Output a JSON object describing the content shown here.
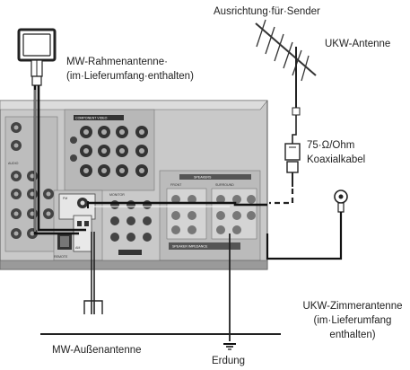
{
  "labels": {
    "antenna_direction": "Ausrichtung·für·Sender",
    "fm_antenna": "UKW-Antenne",
    "am_loop_line1": "MW-Rahmenantenne·",
    "am_loop_line2": "(im·Lieferumfang·enthalten)",
    "coax_line1": "75·Ω/Ohm",
    "coax_line2": "Koaxialkabel",
    "fm_indoor_line1": "UKW-Zimmerantenne",
    "fm_indoor_line2": "(im·Lieferumfang",
    "fm_indoor_line3": "enthalten)",
    "am_outdoor": "MW-Außenantenne",
    "ground": "Erdung"
  },
  "panel_text": {
    "component_video": "COMPONENT VIDEO",
    "speakers": "SPEAKERS",
    "surround": "SURROUND",
    "front": "FRONT",
    "audio": "AUDIO",
    "am": "AM",
    "fm": "FM",
    "remote": "REMOTE",
    "monitor": "MONITOR",
    "speaker_impedance": "SPEAKER IMPEDANCE"
  }
}
